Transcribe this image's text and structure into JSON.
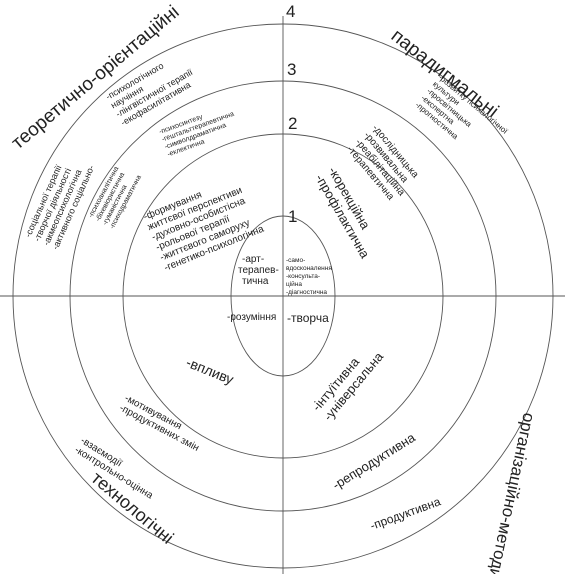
{
  "ring_numbers": [
    "1",
    "2",
    "3",
    "4"
  ],
  "quadrants": {
    "top_left": "теоретично-орієнтаційні",
    "top_right": "парадигмальні",
    "bottom_right": "організаційно-методичні",
    "bottom_left": "технологічні"
  },
  "center": {
    "art": [
      "-арт-",
      "терапев-",
      "тична"
    ],
    "self": [
      "-само-",
      "вдосконалення",
      "-консульта-",
      "ційна",
      "-діагностична"
    ],
    "understanding": "-розуміння",
    "creative": "-творча"
  },
  "top_left": {
    "ring1": [
      "-формування",
      "життєвої перспективи",
      "-духовно-особистісна",
      "-рольової терапії",
      "-життєвого саморуху",
      "-генетико-психологічна"
    ],
    "ring2_a": [
      "-психосинтезу",
      "-гештальттерапевтична",
      "-символдраматична",
      "-еклектична"
    ],
    "ring2_b": [
      "-психоаналітична",
      "-біхевіористична",
      "-гуманістична",
      "-психодраматична"
    ],
    "ring3": [
      "-психологічного",
      "научіння",
      "-лінгвістичної терапії",
      "-екофасилітативна"
    ],
    "ring4": [
      "-соціальної терапії",
      "-творчої діяльності",
      "-акмеопсихологічна",
      "-активного соціально-"
    ]
  },
  "top_right": {
    "ring1": [
      "-корекційна",
      "-профілактична"
    ],
    "ring2": [
      "-дослідницька",
      "-розвивальна",
      "-реабілітаційна",
      "-терапевтична"
    ],
    "ring3": [
      "-розвитку психологічної",
      "культури",
      "-просвітницька",
      "-експертна",
      "-прогностична"
    ]
  },
  "bottom_right": {
    "ring1": [
      "-інтуїтивна",
      "-універсальна"
    ],
    "ring2": "-репродуктивна",
    "ring3": "-продуктивна"
  },
  "bottom_left": {
    "ring1": "-впливу",
    "ring2": [
      "-мотивування",
      "-продуктивних змін"
    ],
    "ring3": [
      "-взаємодії",
      "-контрольно-оцінна"
    ]
  }
}
